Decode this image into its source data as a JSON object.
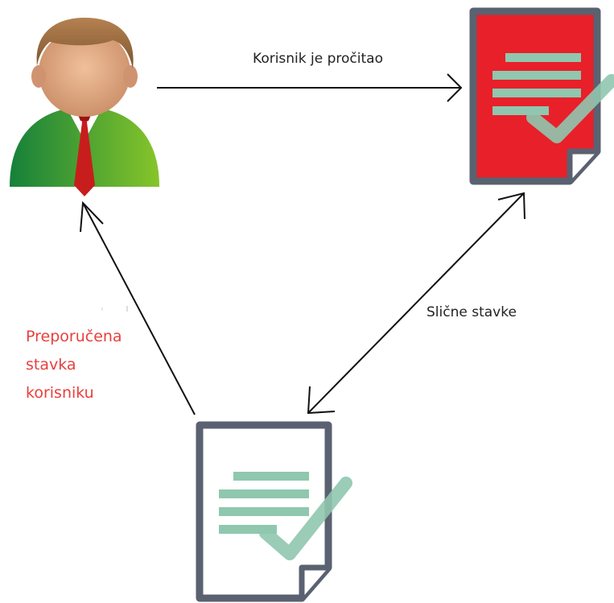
{
  "labels": {
    "user_read": "Korisnik je pročitao",
    "similar_items": "Slične stavke",
    "recommended_line1": "Preporučena",
    "recommended_line2": "stavka",
    "recommended_line3": "korisniku"
  },
  "colors": {
    "text": "#222222",
    "recommended_text": "#e8403c",
    "doc_red": "#e8202a",
    "doc_white": "#ffffff",
    "doc_border": "#5a6170",
    "doc_lines": "#8fc7af",
    "check": "#8fc7af",
    "skin": "#d9a07c",
    "hair": "#9a6a3f",
    "suit_dark": "#1f8a3a",
    "suit_light": "#7fc22a",
    "tie": "#c81d1d",
    "arrow": "#111111"
  },
  "nodes": {
    "user": "user-icon",
    "doc_read": "red-document-icon",
    "doc_recommended": "white-document-icon"
  }
}
